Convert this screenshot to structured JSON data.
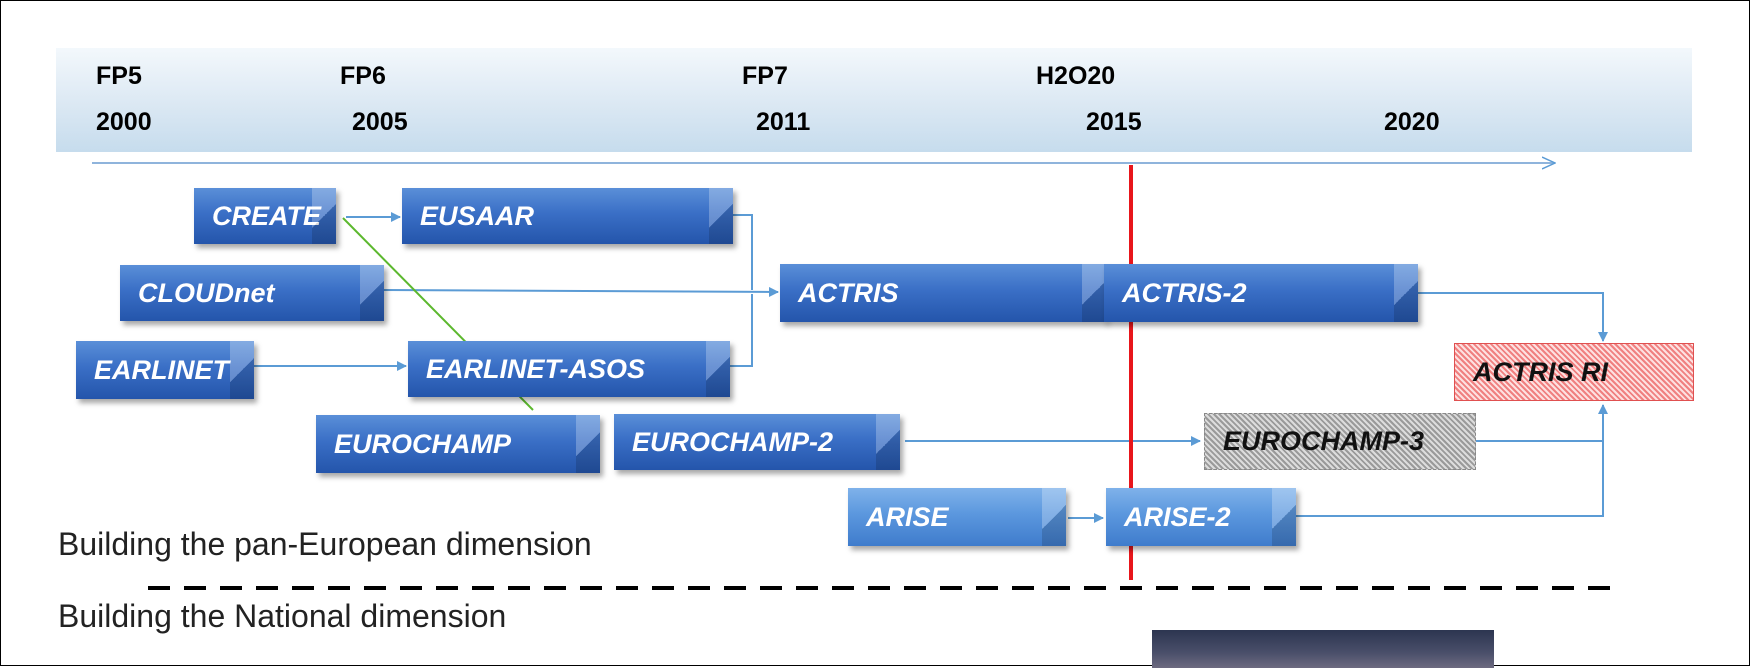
{
  "timeline": {
    "programmes": [
      {
        "label": "FP5",
        "year": "2000"
      },
      {
        "label": "FP6",
        "year": "2005"
      },
      {
        "label": "FP7",
        "year": "2011"
      },
      {
        "label": "H2O20",
        "year": "2015"
      },
      {
        "label": "",
        "year": "2020"
      }
    ]
  },
  "projects": {
    "create": "CREATE",
    "eusaar": "EUSAAR",
    "cloudnet": "CLOUDnet",
    "actris": "ACTRIS",
    "actris2": "ACTRIS-2",
    "earlinet": "EARLINET",
    "earlinet_asos": "EARLINET-ASOS",
    "actris_ri": "ACTRIS RI",
    "eurochamp": "EUROCHAMP",
    "eurochamp2": "EUROCHAMP-2",
    "eurochamp3": "EUROCHAMP-3",
    "arise": "ARISE",
    "arise2": "ARISE-2"
  },
  "captions": {
    "pan_european": "Building the pan-European dimension",
    "national": "Building the National dimension"
  },
  "colors": {
    "box_blue": "#3a6fc6",
    "connector": "#5b9bd5",
    "milestone_line": "#e8161b",
    "annotation_line": "#5cb82e"
  }
}
